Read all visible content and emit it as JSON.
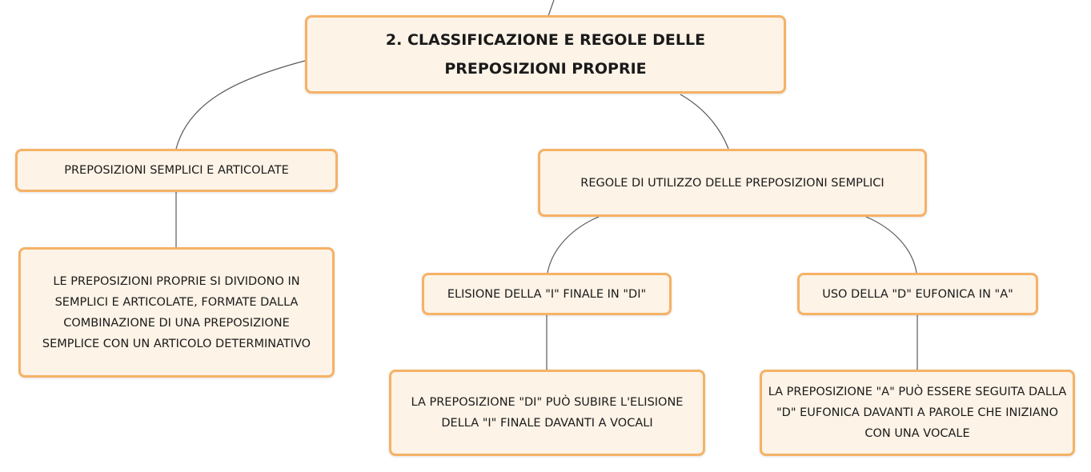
{
  "diagram": {
    "root": {
      "label": "2. CLASSIFICAZIONE E REGOLE DELLE PREPOSIZIONI PROPRIE"
    },
    "left_branch": {
      "label": "PREPOSIZIONI SEMPLICI E ARTICOLATE",
      "child": {
        "label": "LE PREPOSIZIONI PROPRIE SI DIVIDONO IN SEMPLICI E ARTICOLATE, FORMATE DALLA COMBINAZIONE DI UNA PREPOSIZIONE SEMPLICE CON UN ARTICOLO DETERMINATIVO"
      }
    },
    "right_branch": {
      "label": "REGOLE DI UTILIZZO DELLE PREPOSIZIONI SEMPLICI",
      "children": [
        {
          "label": "ELISIONE DELLA \"I\" FINALE IN \"DI\"",
          "child": {
            "label": "LA PREPOSIZIONE \"DI\" PUÒ SUBIRE L'ELISIONE DELLA \"I\" FINALE DAVANTI A VOCALI"
          }
        },
        {
          "label": "USO DELLA \"D\" EUFONICA IN \"A\"",
          "child": {
            "label": "LA PREPOSIZIONE \"A\" PUÒ ESSERE SEGUITA DALLA \"D\" EUFONICA DAVANTI A PAROLE CHE INIZIANO CON UNA VOCALE"
          }
        }
      ]
    },
    "colors": {
      "node_fill": "#fdf3e7",
      "node_border": "#f5b266",
      "connector": "#5a5a5a",
      "text": "#1a1a1a"
    }
  }
}
